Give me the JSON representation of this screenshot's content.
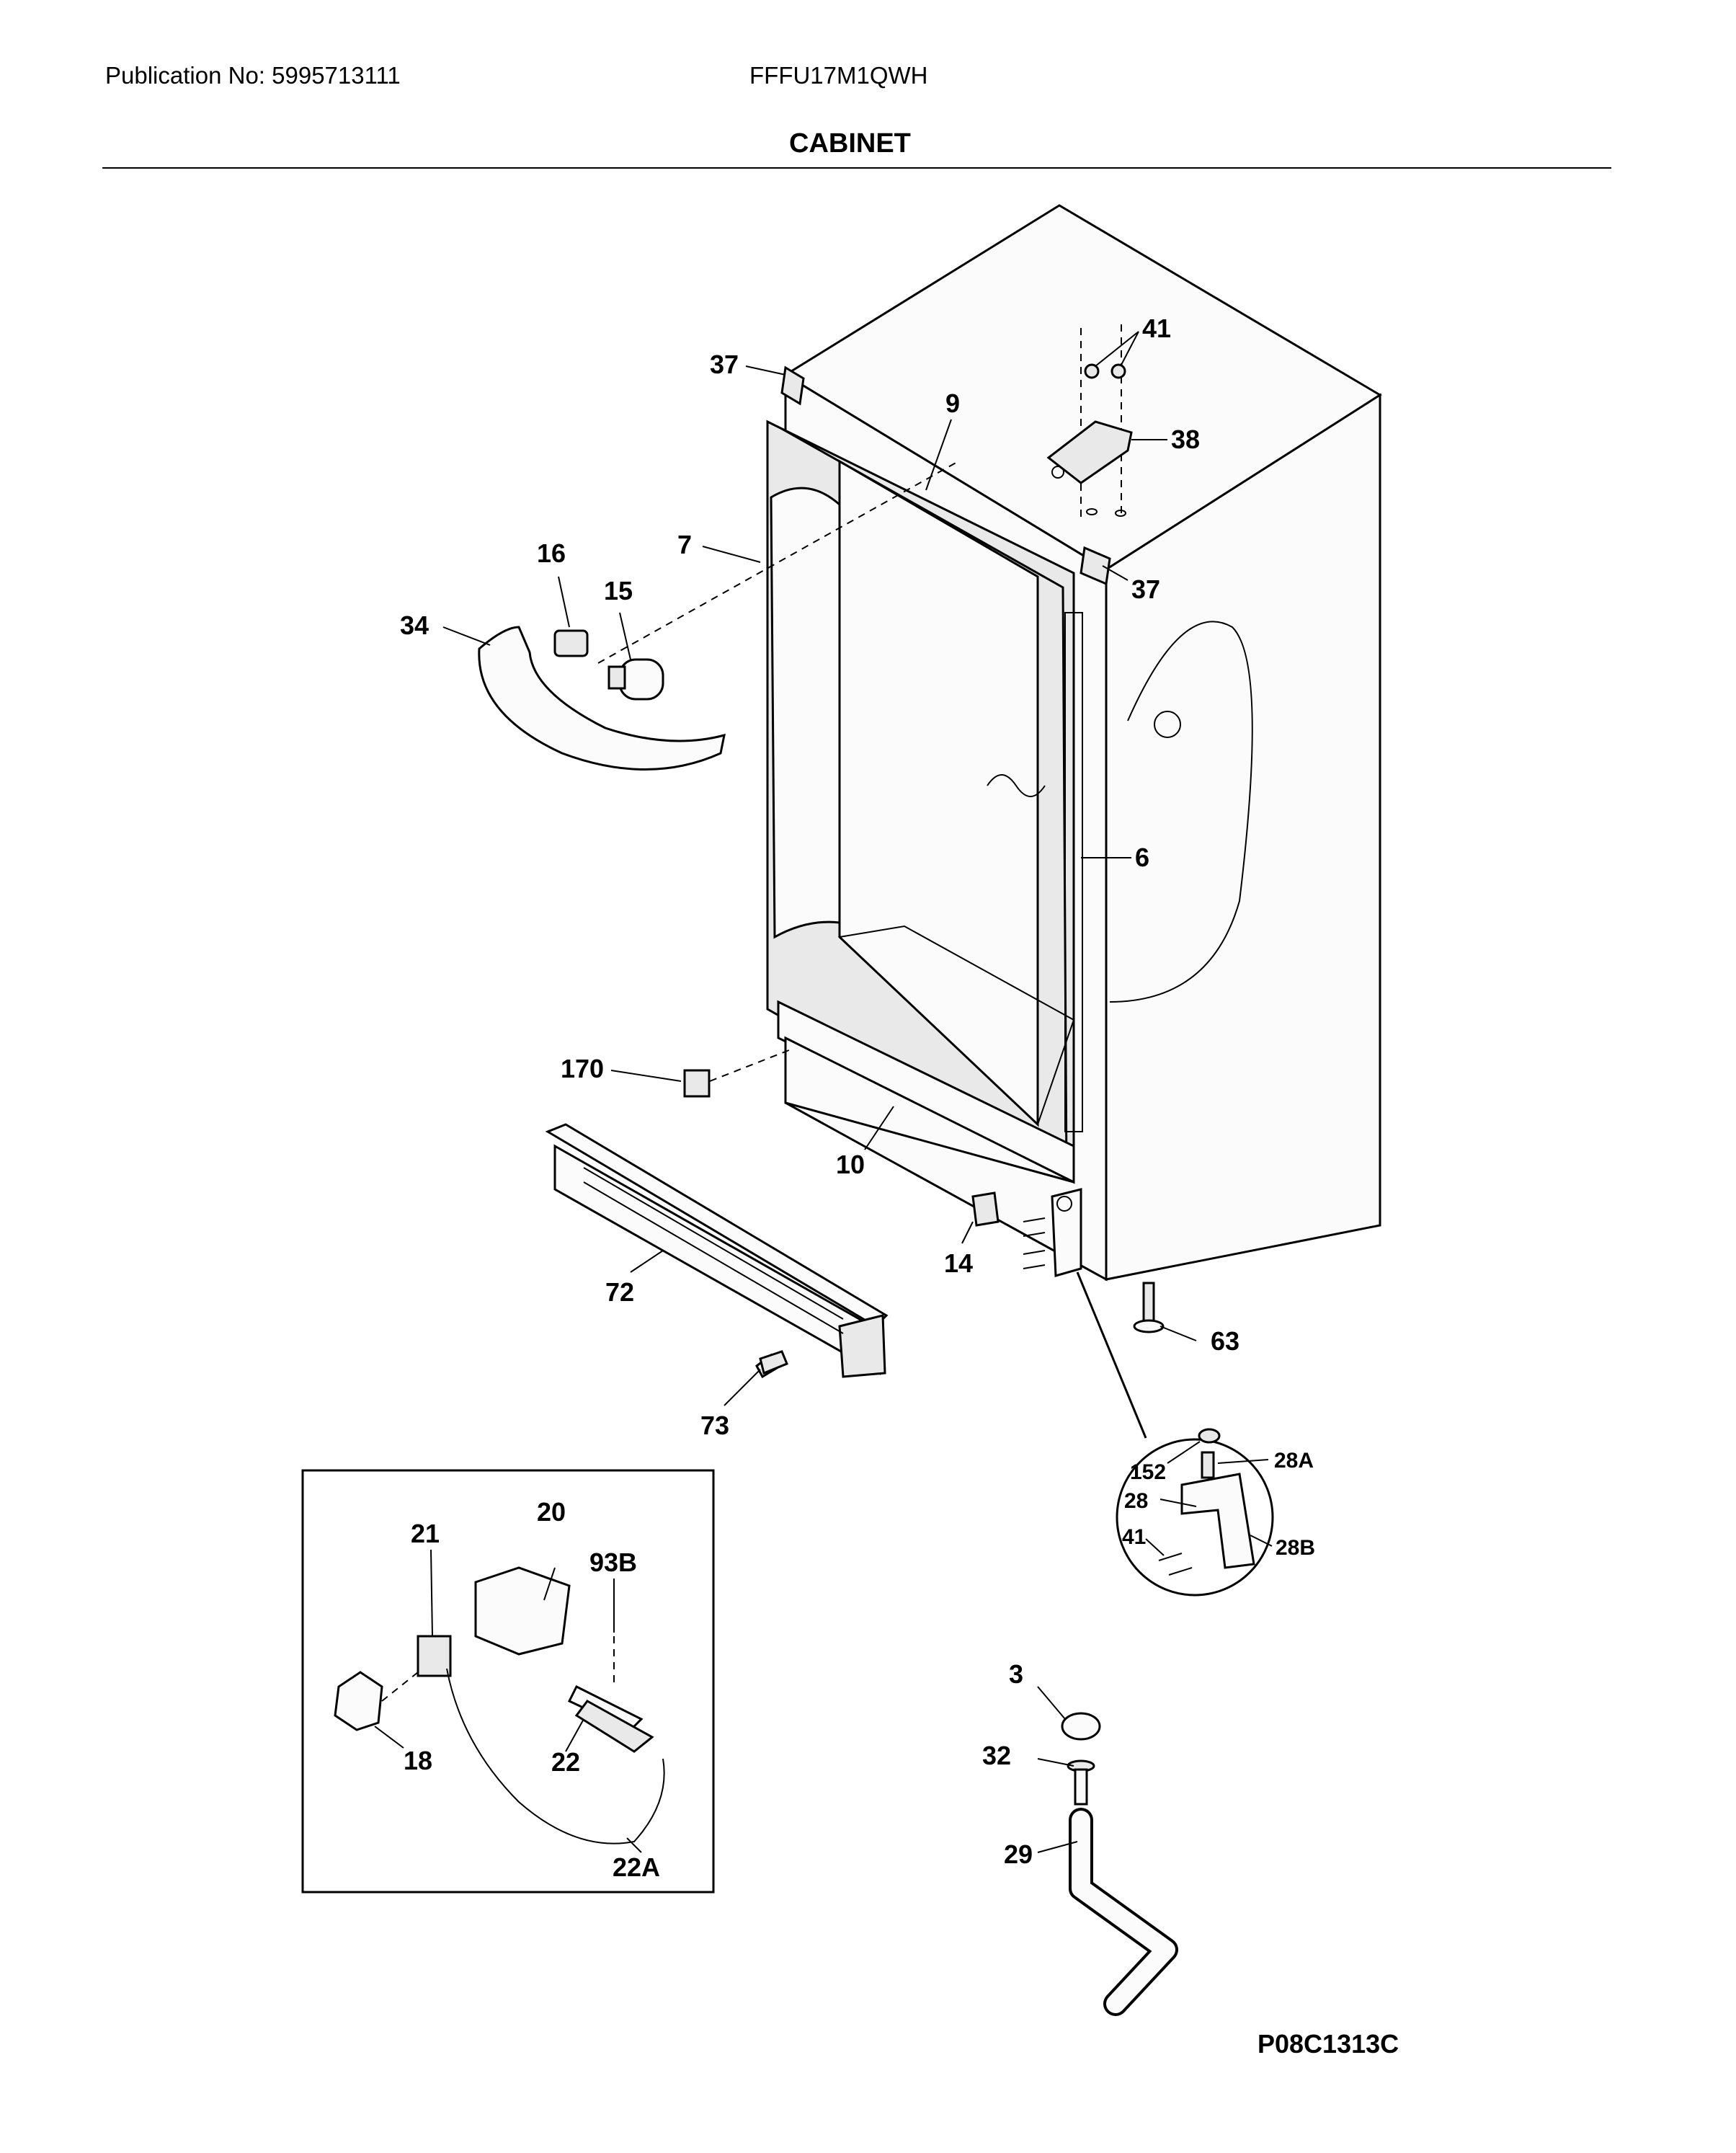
{
  "header": {
    "publication": "Publication No: 5995713111",
    "model": "FFFU17M1QWH",
    "title": "CABINET"
  },
  "footer": {
    "code": "P08C1313C"
  },
  "callouts": {
    "c41a": "41",
    "c37a": "37",
    "c9": "9",
    "c38": "38",
    "c7": "7",
    "c16": "16",
    "c15": "15",
    "c34": "34",
    "c37b": "37",
    "c6": "6",
    "c170": "170",
    "c10": "10",
    "c72": "72",
    "c14": "14",
    "c63": "63",
    "c73": "73",
    "c152": "152",
    "c28A": "28A",
    "c28": "28",
    "c41b": "41",
    "c28B": "28B",
    "c20": "20",
    "c21": "21",
    "c93B": "93B",
    "c18": "18",
    "c22": "22",
    "c22A": "22A",
    "c3": "3",
    "c32": "32",
    "c29": "29"
  }
}
